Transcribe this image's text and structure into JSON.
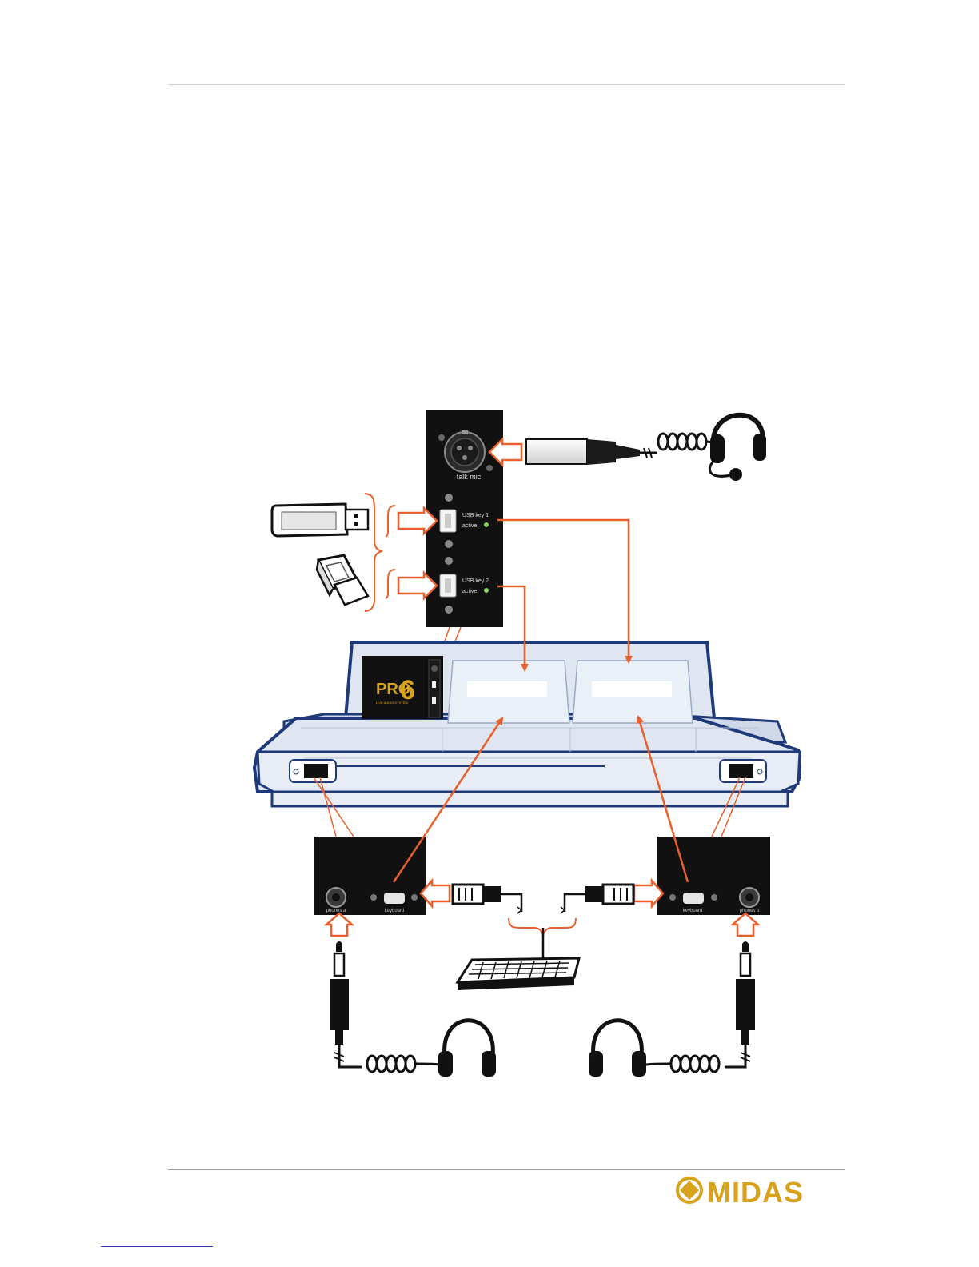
{
  "panel": {
    "talk_mic_label": "talk mic",
    "usb_key_1_label": "USB key 1",
    "usb_key_2_label": "USB key 2",
    "active_label_1": "active",
    "active_label_2": "active"
  },
  "console": {
    "logo_text": "PRO",
    "logo_number": "6",
    "logo_subtitle": "LIVE AUDIO SYSTEM"
  },
  "left_box": {
    "phones_label": "phones a",
    "keyboard_label": "keyboard"
  },
  "right_box": {
    "phones_label": "phones b",
    "keyboard_label": "keyboard"
  },
  "brand": {
    "logo_text": "MIDAS"
  },
  "colors": {
    "accent_orange": "#e8602c",
    "console_navy": "#1f3a78",
    "console_fill": "#dfe6f1",
    "panel_black": "#111111",
    "brand_gold": "#d9a21c"
  }
}
